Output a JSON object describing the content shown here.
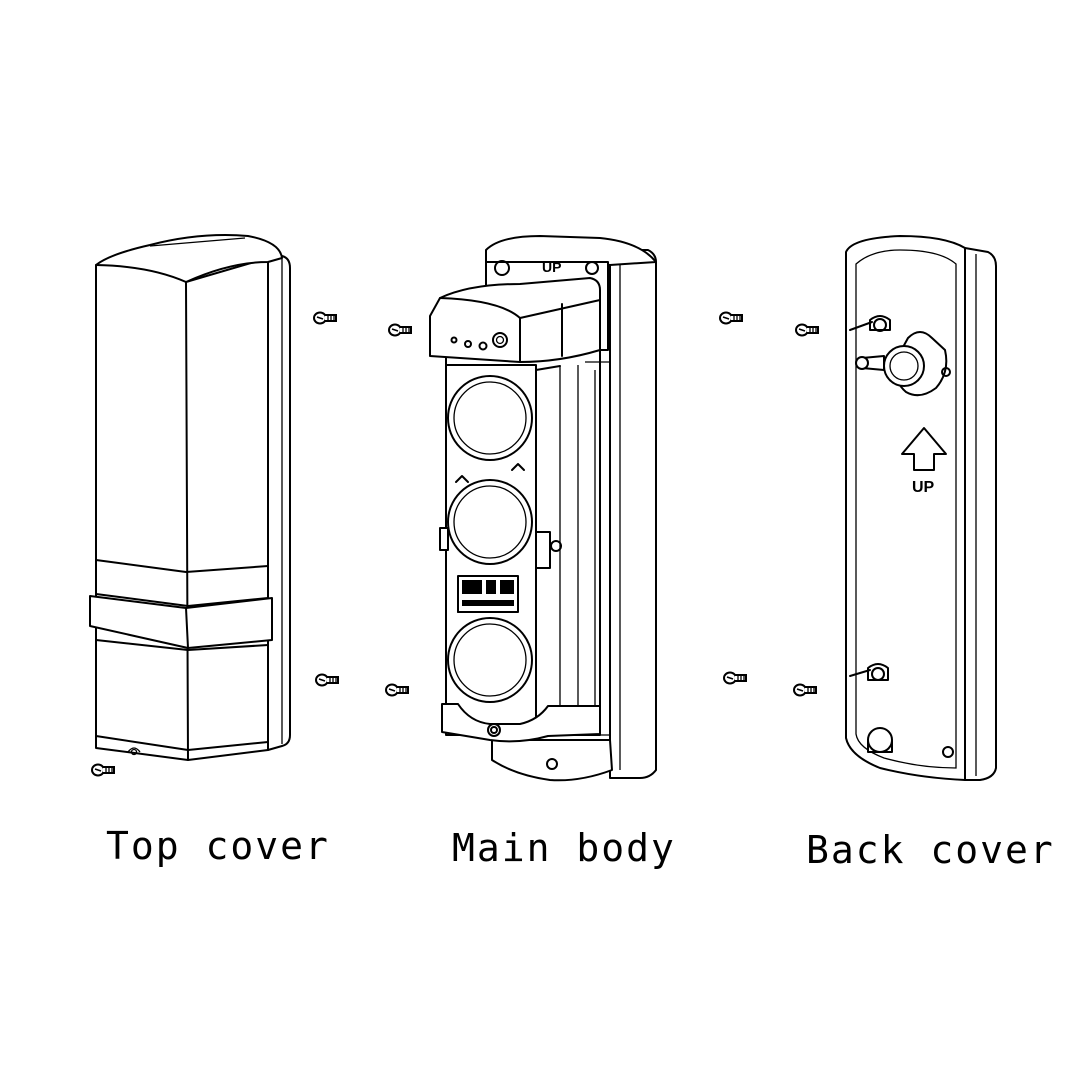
{
  "labels": {
    "top_cover": "Top cover",
    "main_body": "Main body",
    "back_cover": "Back cover"
  },
  "markings": {
    "main_body_up": "UP",
    "back_cover_up": "UP"
  },
  "colors": {
    "line": "#000000",
    "background": "#ffffff"
  }
}
